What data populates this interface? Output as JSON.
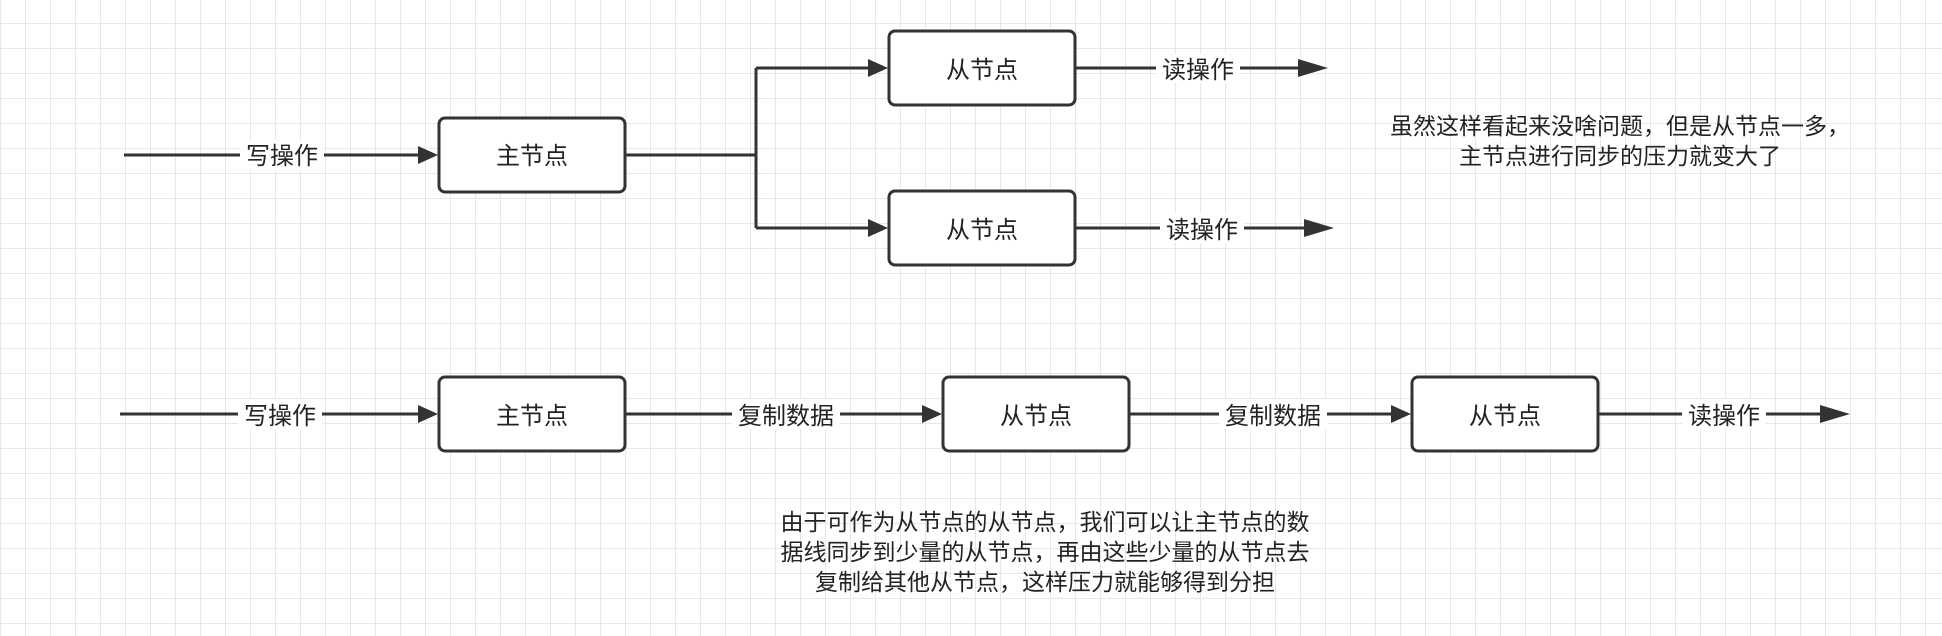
{
  "diagram1": {
    "input_label": "写操作",
    "master_label": "主节点",
    "slave_top_label": "从节点",
    "slave_bottom_label": "从节点",
    "read_top_label": "读操作",
    "read_bottom_label": "读操作"
  },
  "note1": "虽然这样看起来没啥问题，但是从节点一多，主节点进行同步的压力就变大了",
  "diagram2": {
    "input_label": "写操作",
    "master_label": "主节点",
    "copy1_label": "复制数据",
    "slave1_label": "从节点",
    "copy2_label": "复制数据",
    "slave2_label": "从节点",
    "read_label": "读操作"
  },
  "note2": "由于可作为从节点的从节点，我们可以让主节点的数据线同步到少量的从节点，再由这些少量的从节点去复制给其他从节点，这样压力就能够得到分担"
}
